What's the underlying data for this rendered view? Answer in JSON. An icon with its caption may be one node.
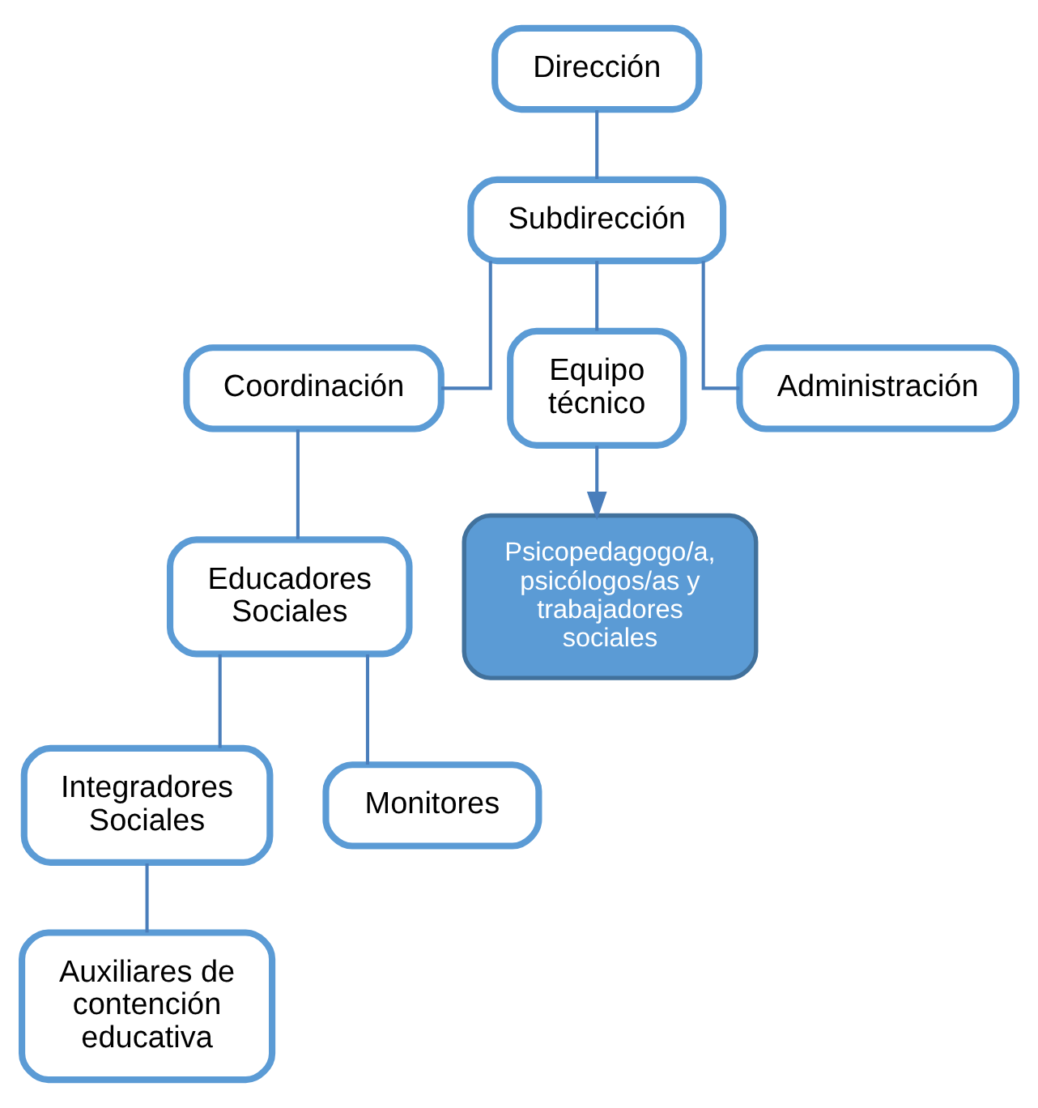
{
  "diagram": {
    "nodes": [
      {
        "text": [
          "Dirección"
        ]
      },
      {
        "text": [
          "Subdirección"
        ]
      },
      {
        "text": [
          "Coordinación"
        ]
      },
      {
        "text": [
          "Equipo técnico"
        ]
      },
      {
        "text": [
          "Administración"
        ]
      },
      {
        "text": [
          "Educadores Sociales"
        ]
      },
      {
        "text": [
          "Integradores Sociales"
        ]
      },
      {
        "text": [
          "Monitores"
        ]
      },
      {
        "text": [
          "Auxiliares de contención educativa"
        ]
      },
      {
        "text": [
          "Psicopedagogo/a, psicólogos/as y trabajadores sociales"
        ]
      }
    ],
    "edges": [
      {
        "from": 0,
        "to": 1,
        "arrow": "none"
      },
      {
        "from": 1,
        "to": 2,
        "arrow": "none"
      },
      {
        "from": 1,
        "to": 3,
        "arrow": "none"
      },
      {
        "from": 1,
        "to": 4,
        "arrow": "none"
      },
      {
        "from": 2,
        "to": 5,
        "arrow": "none"
      },
      {
        "from": 5,
        "to": 6,
        "arrow": "none"
      },
      {
        "from": 5,
        "to": 7,
        "arrow": "none"
      },
      {
        "from": 6,
        "to": 8,
        "arrow": "none"
      },
      {
        "from": 3,
        "to": 9,
        "arrow": "to"
      }
    ]
  }
}
